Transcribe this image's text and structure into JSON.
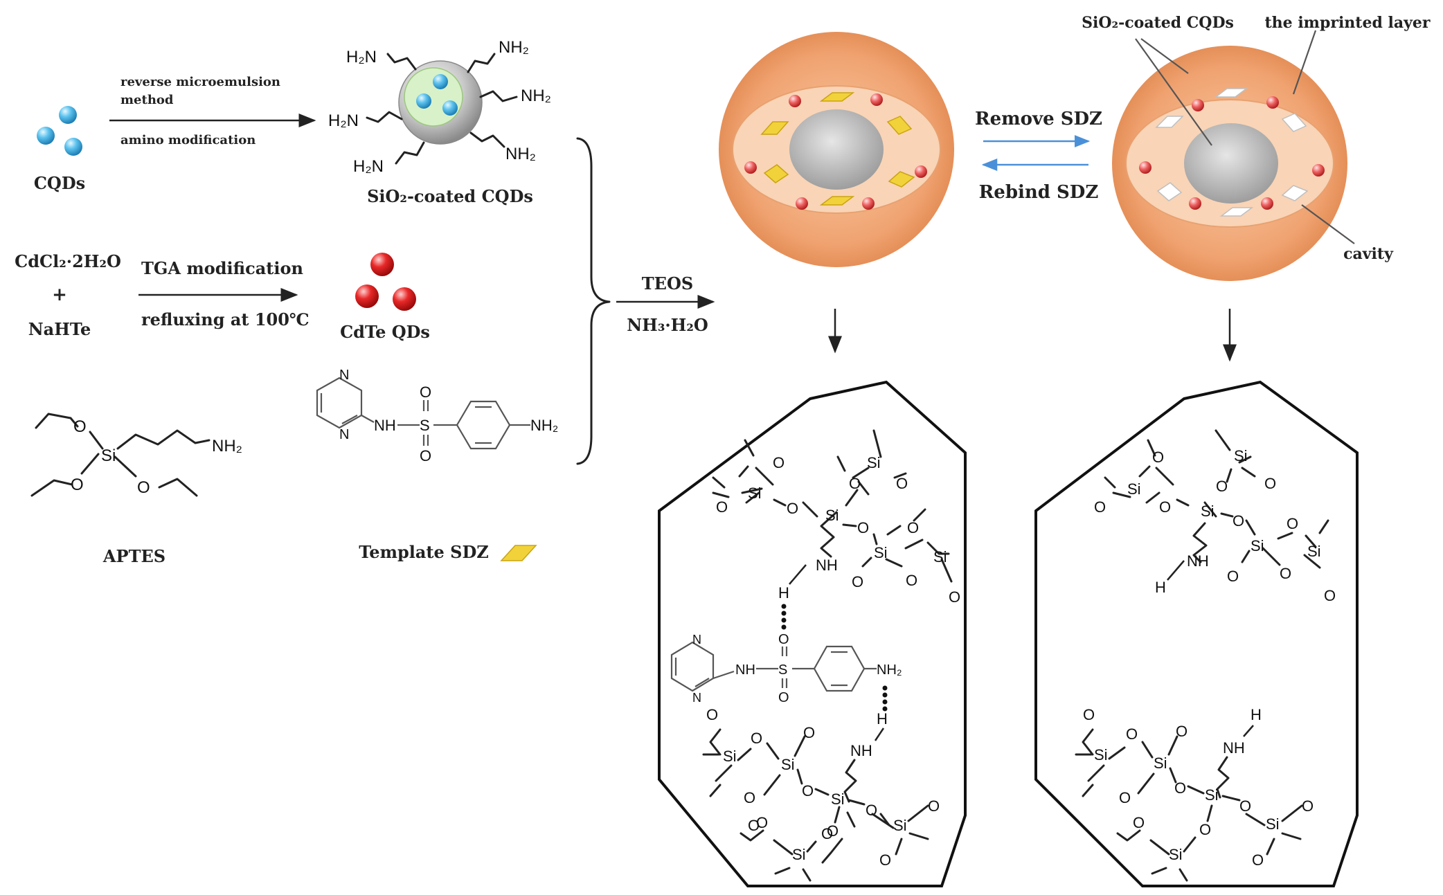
{
  "labels": {
    "cqds": "CQDs",
    "reverse_microemulsion": "reverse microemulsion",
    "method": "method",
    "amino_modification": "amino modification",
    "sio2_coated_cqds": "SiO₂-coated CQDs",
    "cdcl2": "CdCl₂·2H₂O",
    "plus": "+",
    "nahte": "NaHTe",
    "tga_modification": "TGA modification",
    "refluxing": "refluxing at 100℃",
    "cdte_qds": "CdTe QDs",
    "aptes": "APTES",
    "template_sdz": "Template SDZ",
    "teos": "TEOS",
    "nh3_h2o": "NH₃·H₂O",
    "remove_sdz": "Remove SDZ",
    "rebind_sdz": "Rebind SDZ",
    "sio2_coated_cqds_top": "SiO₂-coated CQDs",
    "imprinted_layer": "the imprinted layer",
    "cavity": "cavity"
  },
  "chem": {
    "nh2": "NH₂",
    "h2n": "H₂N",
    "si": "Si",
    "o": "O",
    "nh": "NH",
    "h": "H",
    "n": "N",
    "s": "S"
  },
  "colors": {
    "cqd_blue": "#4db6e6",
    "cdte_red": "#e02020",
    "shell_orange": "#f0a878",
    "core_gray": "#b8b8b8",
    "sdz_yellow": "#f2d23a",
    "arrow_blue": "#4a90d9"
  }
}
